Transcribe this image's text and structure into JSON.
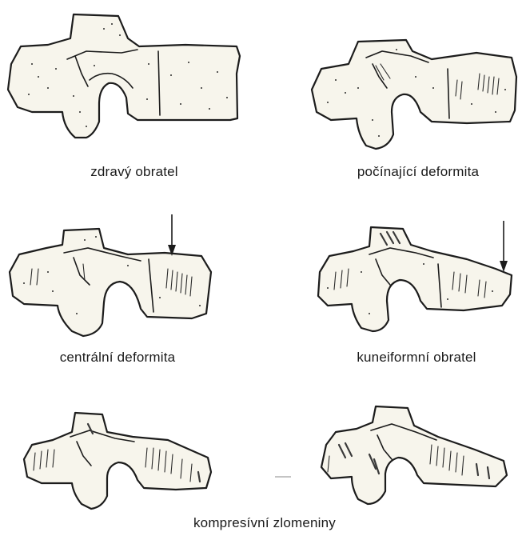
{
  "captions": {
    "healthy": "zdravý obratel",
    "incipient": "počínající deformita",
    "central": "centrální deformita",
    "cuneiform": "kuneiformní obratel",
    "compression": "kompresívní zlomeniny"
  },
  "colors": {
    "ink": "#1c1c1c",
    "bone_fill": "#f7f5ec",
    "background": "#ffffff"
  }
}
